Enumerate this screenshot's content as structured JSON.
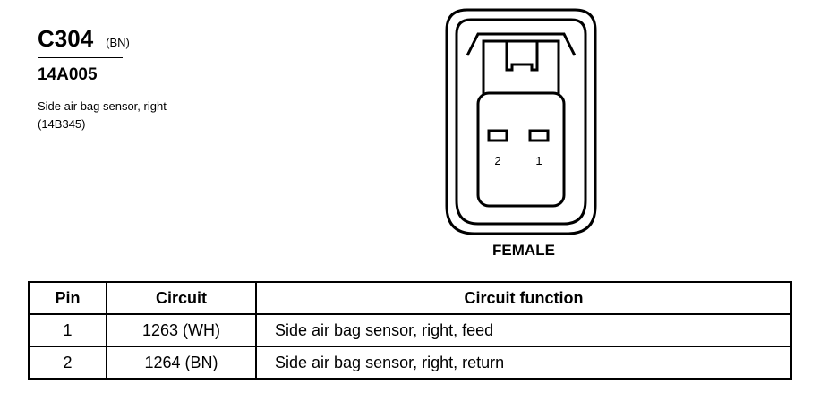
{
  "connector": {
    "id": "C304",
    "color_code": "(BN)",
    "part_number": "14A005",
    "description": "Side air bag sensor, right (14B345)"
  },
  "diagram": {
    "pin_labels": [
      "2",
      "1"
    ],
    "view_label": "FEMALE"
  },
  "table": {
    "headers": [
      "Pin",
      "Circuit",
      "Circuit function"
    ],
    "rows": [
      [
        "1",
        "1263 (WH)",
        "Side air bag sensor, right, feed"
      ],
      [
        "2",
        "1264 (BN)",
        "Side air bag sensor, right, return"
      ]
    ]
  }
}
